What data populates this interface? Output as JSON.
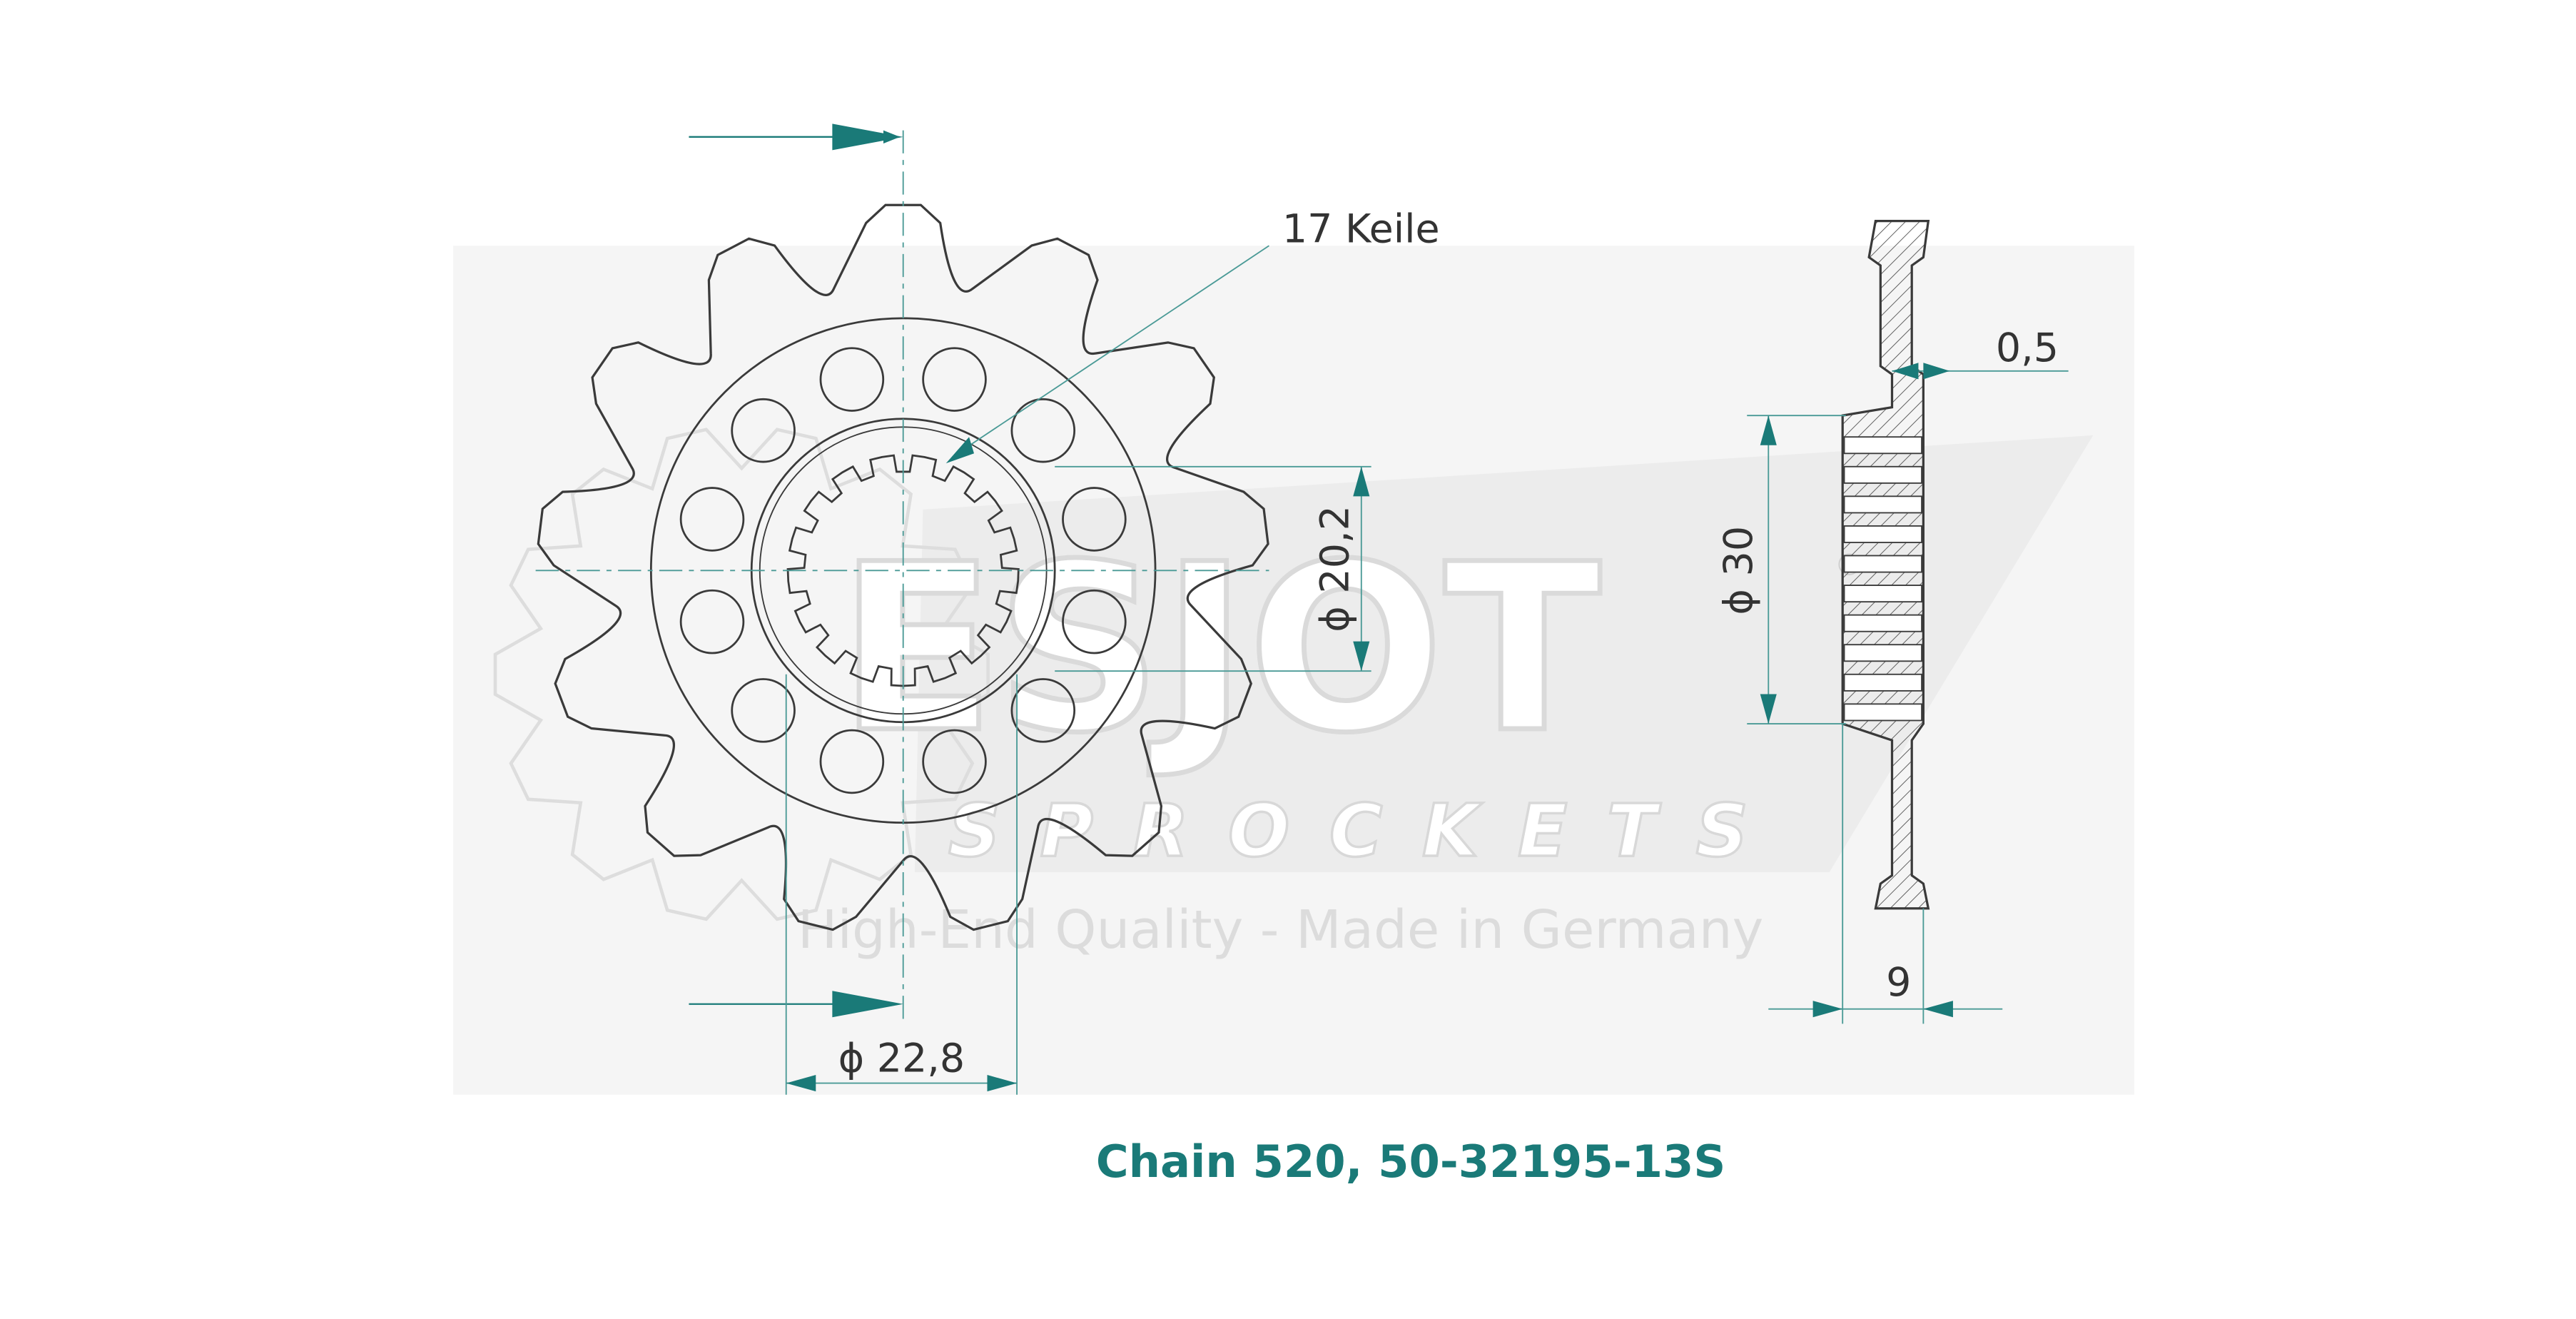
{
  "drawing": {
    "splines_label": "17 Keile",
    "dim_inner": "ϕ 20,2",
    "dim_bore": "ϕ 22,8",
    "dim_hub": "ϕ 30",
    "dim_offset": "0,5",
    "dim_thickness": "9",
    "tooth_count": 13,
    "spline_count": 17,
    "hole_count": 12
  },
  "watermark": {
    "brand": "ESJOT",
    "registered": "®",
    "sub": "SPROCKETS",
    "tagline": "High-End Quality - Made in Germany"
  },
  "caption": {
    "text": "Chain 520, 50-32195-13S"
  },
  "colors": {
    "accent": "#1a7a78",
    "outline": "#3a3a3a",
    "watermark": "#e6e6e6",
    "dim_line": "#4a9a96"
  }
}
